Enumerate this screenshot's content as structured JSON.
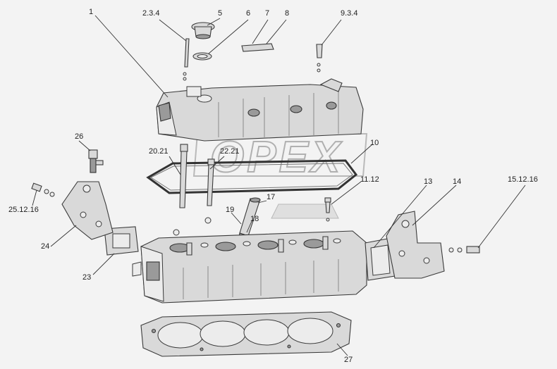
{
  "callouts": [
    {
      "id": "1",
      "text": "1"
    },
    {
      "id": "2",
      "text": "2.3.4"
    },
    {
      "id": "5",
      "text": "5"
    },
    {
      "id": "6",
      "text": "6"
    },
    {
      "id": "7",
      "text": "7"
    },
    {
      "id": "8",
      "text": "8"
    },
    {
      "id": "9",
      "text": "9.3.4"
    },
    {
      "id": "10",
      "text": "10"
    },
    {
      "id": "11",
      "text": "11.12"
    },
    {
      "id": "13",
      "text": "13"
    },
    {
      "id": "14",
      "text": "14"
    },
    {
      "id": "15",
      "text": "15.12.16"
    },
    {
      "id": "17",
      "text": "17"
    },
    {
      "id": "18",
      "text": "18"
    },
    {
      "id": "19",
      "text": "19"
    },
    {
      "id": "20",
      "text": "20.21"
    },
    {
      "id": "22",
      "text": "22.21"
    },
    {
      "id": "23",
      "text": "23"
    },
    {
      "id": "24",
      "text": "24"
    },
    {
      "id": "25",
      "text": "25.12.16"
    },
    {
      "id": "26",
      "text": "26"
    },
    {
      "id": "27",
      "text": "27"
    }
  ],
  "watermark": "OPEX",
  "colors": {
    "line": "#333333",
    "part_fill": "#d9d9d9",
    "background": "#f3f3f3"
  }
}
